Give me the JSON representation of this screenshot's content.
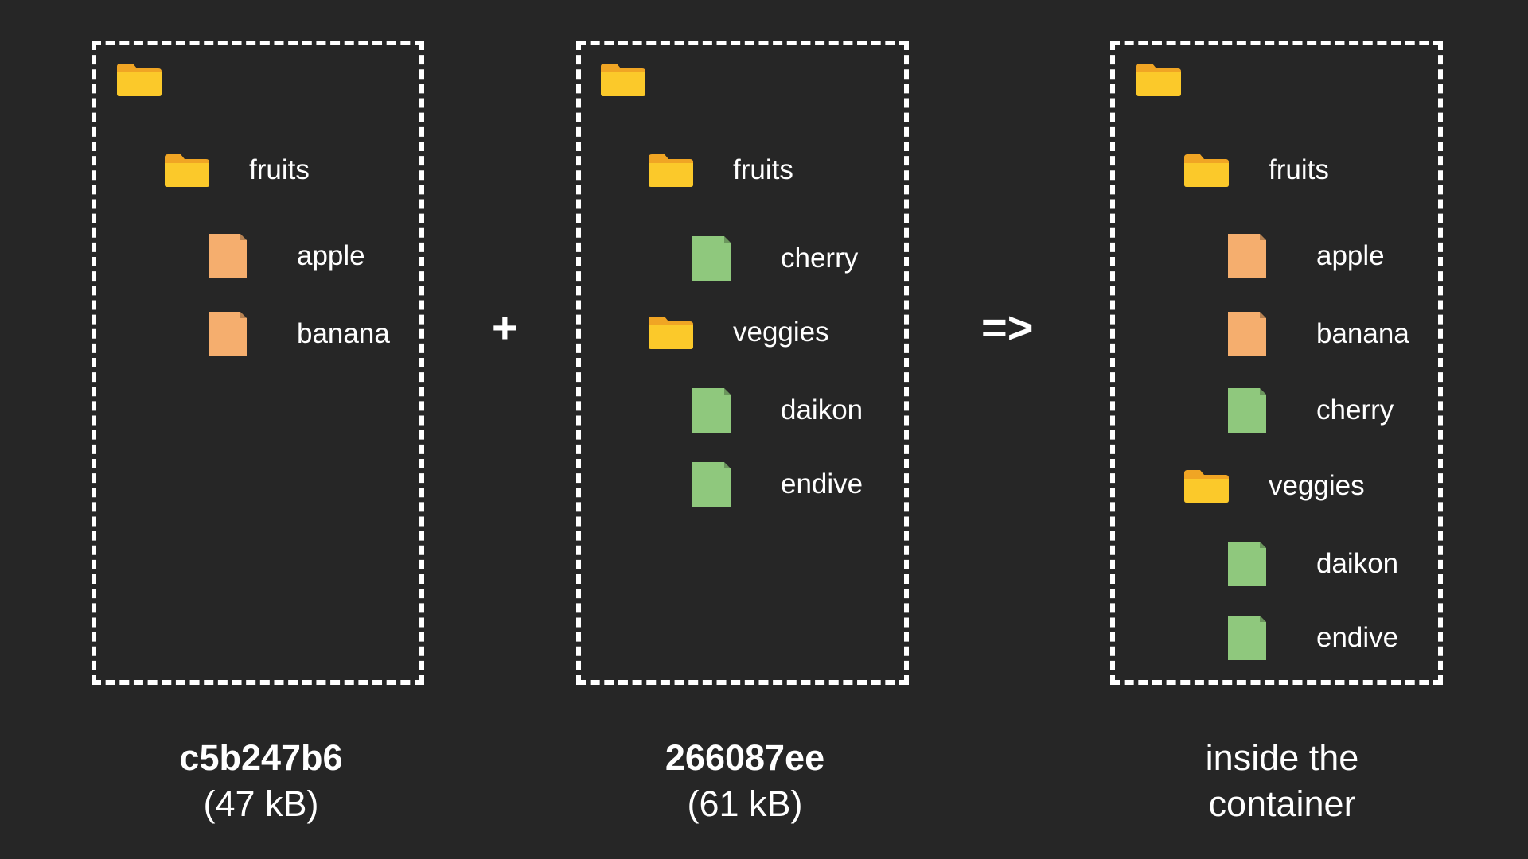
{
  "layers": [
    {
      "id": "layer-1",
      "entries": [
        {
          "kind": "folder",
          "name": "",
          "depth": 0
        },
        {
          "kind": "folder",
          "name": "fruits",
          "depth": 1
        },
        {
          "kind": "file",
          "name": "apple",
          "depth": 2,
          "color": "#f5ae6e"
        },
        {
          "kind": "file",
          "name": "banana",
          "depth": 2,
          "color": "#f5ae6e"
        }
      ],
      "caption": {
        "title": "c5b247b6",
        "size": "(47 kB)"
      }
    },
    {
      "id": "layer-2",
      "entries": [
        {
          "kind": "folder",
          "name": "",
          "depth": 0
        },
        {
          "kind": "folder",
          "name": "fruits",
          "depth": 1
        },
        {
          "kind": "file",
          "name": "cherry",
          "depth": 2,
          "color": "#8fc87d"
        },
        {
          "kind": "folder",
          "name": "veggies",
          "depth": 1
        },
        {
          "kind": "file",
          "name": "daikon",
          "depth": 2,
          "color": "#8fc87d"
        },
        {
          "kind": "file",
          "name": "endive",
          "depth": 2,
          "color": "#8fc87d"
        }
      ],
      "caption": {
        "title": "266087ee",
        "size": "(61 kB)"
      }
    },
    {
      "id": "container",
      "entries": [
        {
          "kind": "folder",
          "name": "",
          "depth": 0
        },
        {
          "kind": "folder",
          "name": "fruits",
          "depth": 1
        },
        {
          "kind": "file",
          "name": "apple",
          "depth": 2,
          "color": "#f5ae6e"
        },
        {
          "kind": "file",
          "name": "banana",
          "depth": 2,
          "color": "#f5ae6e"
        },
        {
          "kind": "file",
          "name": "cherry",
          "depth": 2,
          "color": "#8fc87d"
        },
        {
          "kind": "folder",
          "name": "veggies",
          "depth": 1
        },
        {
          "kind": "file",
          "name": "daikon",
          "depth": 2,
          "color": "#8fc87d"
        },
        {
          "kind": "file",
          "name": "endive",
          "depth": 2,
          "color": "#8fc87d"
        }
      ],
      "caption": {
        "line1": "inside the",
        "line2": "container"
      }
    }
  ],
  "operators": {
    "plus": "+",
    "result": "=>"
  },
  "colors": {
    "background": "#262626",
    "border": "#ffffff",
    "folder_body": "#fbc92a",
    "folder_tab": "#f0a524",
    "file_orange": "#f5ae6e",
    "file_green": "#8fc87d"
  },
  "icons": {
    "folder": "folder-icon",
    "file": "file-icon"
  }
}
